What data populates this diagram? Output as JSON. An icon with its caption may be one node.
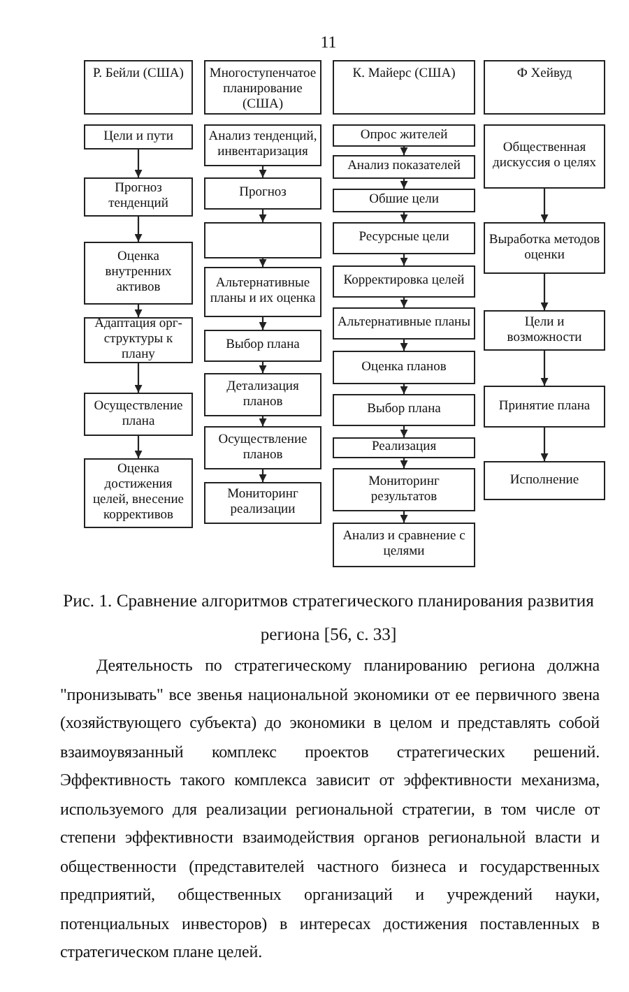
{
  "diagram": {
    "caption": "Рис. 1. Сравнение алгоритмов стратегического планирования развития региона [56, с. 33]",
    "nodes": [
      {
        "text": [
          "Р. Бейли (США)"
        ]
      },
      {
        "text": [
          "Цели и пути"
        ]
      },
      {
        "text": [
          "Прогноз тенденций"
        ]
      },
      {
        "text": [
          "Оценка внутренних активов"
        ]
      },
      {
        "text": [
          "Адаптация орг-структуры к плану"
        ]
      },
      {
        "text": [
          "Осуществление плана"
        ]
      },
      {
        "text": [
          "Оценка достижения целей, внесение коррективов"
        ]
      },
      {
        "text": [
          "Многоступенчатое планирование (США)"
        ]
      },
      {
        "text": [
          "Анализ тенденций, инвентаризация"
        ]
      },
      {
        "text": [
          "Прогноз"
        ]
      },
      {
        "text": [],
        "shape": "box"
      },
      {
        "text": [
          "Альтернативные планы и их оценка"
        ]
      },
      {
        "text": [
          "Выбор плана"
        ]
      },
      {
        "text": [
          "Детализация планов"
        ]
      },
      {
        "text": [
          "Осуществление планов"
        ]
      },
      {
        "text": [
          "Мониторинг реализации"
        ]
      },
      {
        "text": [
          "К. Майерс (США)"
        ]
      },
      {
        "text": [
          "Опрос жителей"
        ]
      },
      {
        "text": [
          "Анализ показателей"
        ]
      },
      {
        "text": [
          "Обшие цели"
        ]
      },
      {
        "text": [
          "Ресурсные цели"
        ]
      },
      {
        "text": [
          "Корректировка целей"
        ]
      },
      {
        "text": [
          "Альтернативные планы"
        ]
      },
      {
        "text": [
          "Оценка планов"
        ]
      },
      {
        "text": [
          "Выбор плана"
        ]
      },
      {
        "text": [
          "Реализация"
        ]
      },
      {
        "text": [
          "Мониторинг результатов"
        ]
      },
      {
        "text": [
          "Анализ и сравнение с целями"
        ]
      },
      {
        "text": [
          "Ф Хейвуд"
        ]
      },
      {
        "text": [
          "Общественная дискуссия о целях"
        ]
      },
      {
        "text": [
          "Выработка методов оценки"
        ]
      },
      {
        "text": [
          "Цели и возможности"
        ]
      },
      {
        "text": [
          "Принятие плана"
        ]
      },
      {
        "text": [
          "Исполнение"
        ]
      }
    ],
    "edges": [
      {
        "from": 1,
        "to": 2,
        "arrow": "to"
      },
      {
        "from": 2,
        "to": 3,
        "arrow": "to"
      },
      {
        "from": 3,
        "to": 4,
        "arrow": "to"
      },
      {
        "from": 4,
        "to": 5,
        "arrow": "to"
      },
      {
        "from": 5,
        "to": 6,
        "arrow": "to"
      },
      {
        "from": 8,
        "to": 9,
        "arrow": "to"
      },
      {
        "from": 9,
        "to": 10,
        "arrow": "to"
      },
      {
        "from": 10,
        "to": 11,
        "arrow": "to"
      },
      {
        "from": 11,
        "to": 12,
        "arrow": "to"
      },
      {
        "from": 12,
        "to": 13,
        "arrow": "to"
      },
      {
        "from": 13,
        "to": 14,
        "arrow": "to"
      },
      {
        "from": 14,
        "to": 15,
        "arrow": "to"
      },
      {
        "from": 17,
        "to": 18,
        "arrow": "to"
      },
      {
        "from": 18,
        "to": 19,
        "arrow": "to"
      },
      {
        "from": 19,
        "to": 20,
        "arrow": "to"
      },
      {
        "from": 20,
        "to": 21,
        "arrow": "to"
      },
      {
        "from": 21,
        "to": 22,
        "arrow": "to"
      },
      {
        "from": 22,
        "to": 23,
        "arrow": "to"
      },
      {
        "from": 23,
        "to": 24,
        "arrow": "to"
      },
      {
        "from": 24,
        "to": 25,
        "arrow": "to"
      },
      {
        "from": 25,
        "to": 26,
        "arrow": "to"
      },
      {
        "from": 26,
        "to": 27,
        "arrow": "to"
      },
      {
        "from": 29,
        "to": 30,
        "arrow": "to"
      },
      {
        "from": 30,
        "to": 31,
        "arrow": "to"
      },
      {
        "from": 31,
        "to": 32,
        "arrow": "to"
      },
      {
        "from": 32,
        "to": 33,
        "arrow": "to"
      }
    ],
    "labels": [
      "11",
      "Деятельность по стратегическому планированию региона должна \"пронизывать\" все звенья национальной экономики от ее первичного звена (хозяйствующего субъекта) до экономики в целом и представлять собой взаимоувязанный комплекс проектов стратегических решений. Эффективность такого комплекса зависит от эффективности механизма, используемого для реализации региональной стратегии, в том числе от степени эффективности взаимодействия органов региональной власти и общественности (представителей частного бизнеса и государственных предприятий, общественных организаций и учреждений науки, потенциальных инвесторов) в интересах достижения поставленных в стратегическом плане целей."
    ]
  }
}
